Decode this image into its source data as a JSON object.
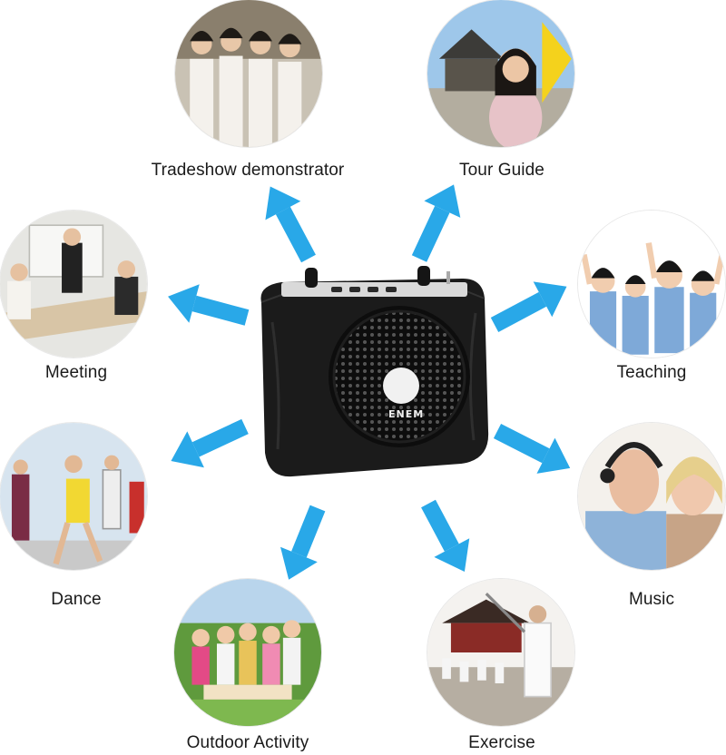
{
  "labels": {
    "tradeshow": "Tradeshow demonstrator",
    "tour_guide": "Tour Guide",
    "meeting": "Meeting",
    "teaching": "Teaching",
    "dance": "Dance",
    "music": "Music",
    "outdoor": "Outdoor Activity",
    "exercise": "Exercise"
  },
  "product": {
    "brand": "ENEM"
  },
  "colors": {
    "arrow": "#29a8e8",
    "speaker_body": "#1b1b1b",
    "speaker_panel": "#d9d9d9"
  }
}
